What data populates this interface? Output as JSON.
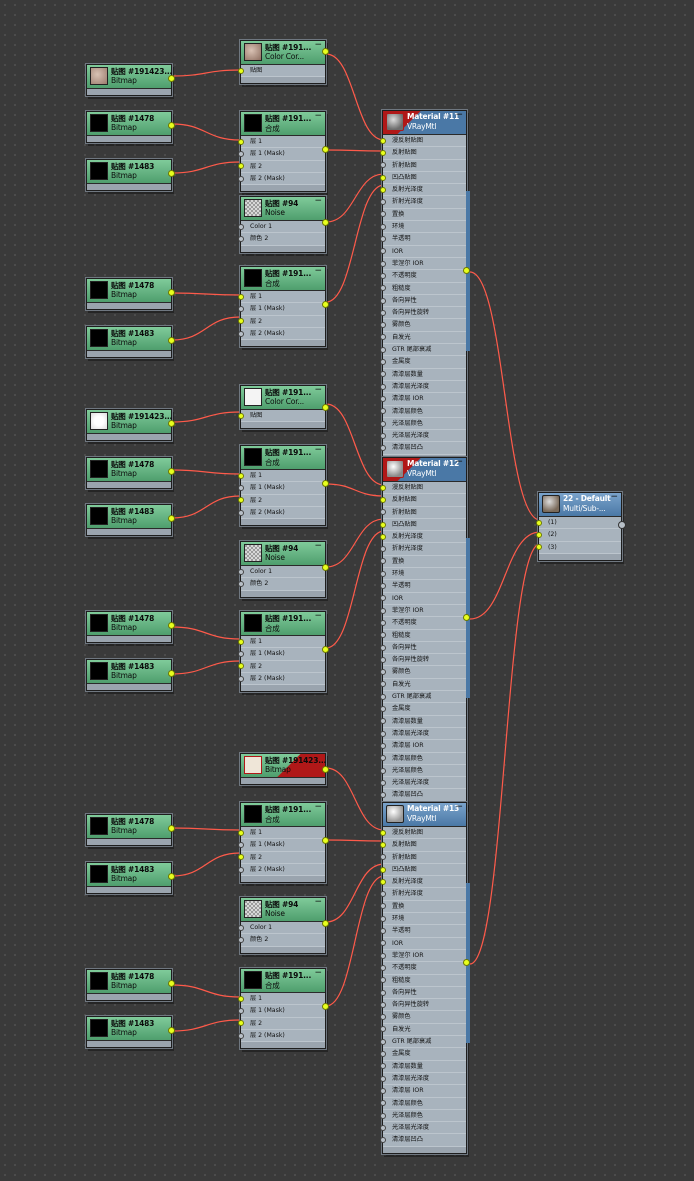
{
  "colors": {
    "wire": "#ff5a4a",
    "socket_active": "#e8ff1e",
    "bitmap_header": "#5fae7d",
    "material_header": "#5a87b5",
    "background": "#3a3a3a"
  },
  "bitmaps": [
    {
      "title": "贴图 #191423...",
      "type": "Bitmap",
      "thumb": "stone-texture"
    },
    {
      "title": "贴图 #1478",
      "type": "Bitmap",
      "thumb": "black"
    },
    {
      "title": "贴图 #1483",
      "type": "Bitmap",
      "thumb": "black"
    },
    {
      "title": "贴图 #1478",
      "type": "Bitmap",
      "thumb": "black"
    },
    {
      "title": "贴图 #1483",
      "type": "Bitmap",
      "thumb": "black"
    },
    {
      "title": "贴图 #191423...",
      "type": "Bitmap",
      "thumb": "white-texture"
    },
    {
      "title": "贴图 #1478",
      "type": "Bitmap",
      "thumb": "black"
    },
    {
      "title": "贴图 #1483",
      "type": "Bitmap",
      "thumb": "black"
    },
    {
      "title": "贴图 #1478",
      "type": "Bitmap",
      "thumb": "black"
    },
    {
      "title": "贴图 #1483",
      "type": "Bitmap",
      "thumb": "black"
    },
    {
      "title": "贴图 #1478",
      "type": "Bitmap",
      "thumb": "black"
    },
    {
      "title": "贴图 #1483",
      "type": "Bitmap",
      "thumb": "black"
    },
    {
      "title": "贴图 #1478",
      "type": "Bitmap",
      "thumb": "black"
    },
    {
      "title": "贴图 #1483",
      "type": "Bitmap",
      "thumb": "black"
    }
  ],
  "maps": [
    {
      "title": "贴图 #191...",
      "type": "Color Cor...",
      "slots": [
        "贴图"
      ]
    },
    {
      "title": "贴图 #191...",
      "type": "合成",
      "slots": [
        "层 1",
        "层 1 (Mask)",
        "层 2",
        "层 2 (Mask)"
      ]
    },
    {
      "title": "贴图 #94",
      "type": "Noise",
      "slots": [
        "Color 1",
        "颜色 2"
      ]
    },
    {
      "title": "贴图 #191...",
      "type": "合成",
      "slots": [
        "层 1",
        "层 1 (Mask)",
        "层 2",
        "层 2 (Mask)"
      ]
    },
    {
      "title": "贴图 #191...",
      "type": "Color Cor...",
      "slots": [
        "贴图"
      ]
    },
    {
      "title": "贴图 #191...",
      "type": "合成",
      "slots": [
        "层 1",
        "层 1 (Mask)",
        "层 2",
        "层 2 (Mask)"
      ]
    },
    {
      "title": "贴图 #94",
      "type": "Noise",
      "slots": [
        "Color 1",
        "颜色 2"
      ]
    },
    {
      "title": "贴图 #191...",
      "type": "合成",
      "slots": [
        "层 1",
        "层 1 (Mask)",
        "层 2",
        "层 2 (Mask)"
      ]
    },
    {
      "title": "贴图 #191423...",
      "type": "Bitmap",
      "slots": []
    },
    {
      "title": "贴图 #191...",
      "type": "合成",
      "slots": [
        "层 1",
        "层 1 (Mask)",
        "层 2",
        "层 2 (Mask)"
      ]
    },
    {
      "title": "贴图 #94",
      "type": "Noise",
      "slots": [
        "Color 1",
        "颜色 2"
      ]
    },
    {
      "title": "贴图 #191...",
      "type": "合成",
      "slots": [
        "层 1",
        "层 1 (Mask)",
        "层 2",
        "层 2 (Mask)"
      ]
    }
  ],
  "materials": [
    {
      "title": "Material #11",
      "type": "VRayMtl"
    },
    {
      "title": "Material #12",
      "type": "VRayMtl"
    },
    {
      "title": "Material #13",
      "type": "VRayMtl"
    }
  ],
  "material_slots": [
    "漫反射贴图",
    "反射贴图",
    "折射贴图",
    "凹凸贴图",
    "反射光泽度",
    "折射光泽度",
    "置换",
    "环境",
    "半透明",
    "IOR",
    "菲涅尔 IOR",
    "不透明度",
    "粗糙度",
    "各向异性",
    "各向异性旋转",
    "雾颜色",
    "自发光",
    "GTR 尾部衰减",
    "金属度",
    "清漆层数量",
    "清漆层光泽度",
    "清漆层 IOR",
    "清漆层颜色",
    "光泽层颜色",
    "光泽层光泽度",
    "清漆层凹凸"
  ],
  "multi": {
    "title": "22 - Default",
    "type": "Multi/Sub-...",
    "slots": [
      "(1)",
      "(2)",
      "(3)"
    ]
  },
  "minimize_glyph": "−"
}
